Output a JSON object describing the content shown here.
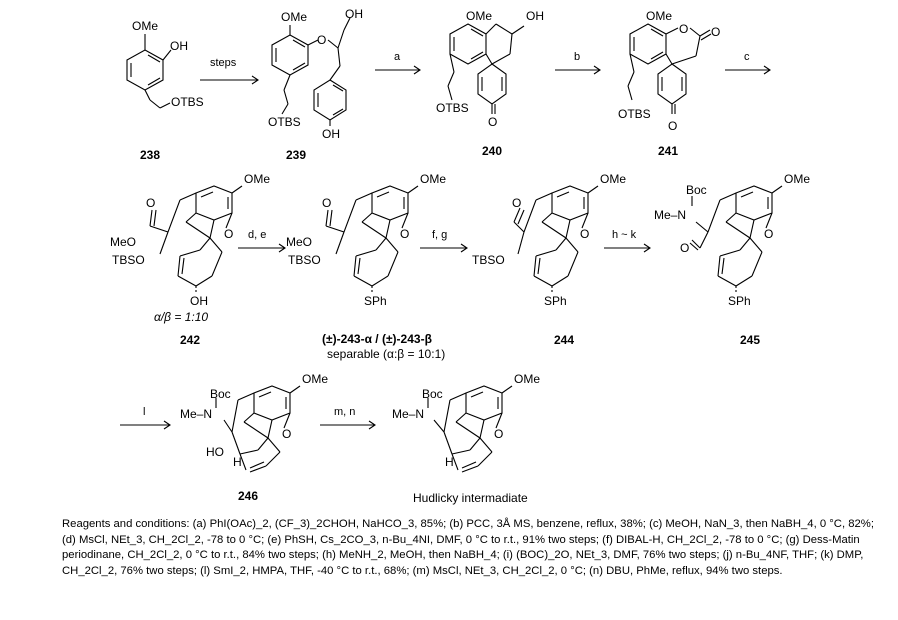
{
  "compounds": {
    "c238": {
      "id": "238",
      "substituents": {
        "ome": "OMe",
        "oh": "OH",
        "otbs": "OTBS"
      }
    },
    "c239": {
      "id": "239",
      "substituents": {
        "ome": "OMe",
        "o": "O",
        "oh_top": "OH",
        "otbs": "OTBS",
        "oh_bottom": "OH"
      }
    },
    "c240": {
      "id": "240",
      "substituents": {
        "ome": "OMe",
        "oh": "OH",
        "otbs": "OTBS",
        "o": "O"
      }
    },
    "c241": {
      "id": "241",
      "substituents": {
        "ome": "OMe",
        "o1": "O",
        "o2": "O",
        "otbs": "OTBS",
        "o3": "O"
      }
    },
    "c242": {
      "id": "242",
      "substituents": {
        "ome": "OMe",
        "o_keto": "O",
        "meo": "MeO",
        "tbso": "TBSO",
        "o_ring": "O",
        "oh": "OH"
      },
      "ratio_note": "α/β = 1:10"
    },
    "c243": {
      "id_line": "(±)-243-α / (±)-243-β",
      "note": "separable (α:β = 10:1)",
      "substituents": {
        "ome": "OMe",
        "o_keto": "O",
        "meo": "MeO",
        "tbso": "TBSO",
        "o_ring": "O",
        "sph": "SPh"
      }
    },
    "c244": {
      "id": "244",
      "substituents": {
        "ome": "OMe",
        "o_ald": "O",
        "tbso": "TBSO",
        "o_ring": "O",
        "sph": "SPh"
      }
    },
    "c245": {
      "id": "245",
      "substituents": {
        "boc": "Boc",
        "men": "Me–N",
        "ome": "OMe",
        "o_ald": "O",
        "o_ring": "O",
        "sph": "SPh"
      }
    },
    "c246": {
      "id": "246",
      "substituents": {
        "boc": "Boc",
        "men": "Me–N",
        "ome": "OMe",
        "ho": "HO",
        "h": "H",
        "o_ring": "O"
      }
    },
    "hudlicky": {
      "id": "Hudlicky intermadiate",
      "substituents": {
        "boc": "Boc",
        "men": "Me–N",
        "ome": "OMe",
        "h": "H",
        "o_ring": "O"
      }
    }
  },
  "arrows": {
    "steps": "steps",
    "a": "a",
    "b": "b",
    "c": "c",
    "de": "d, e",
    "fg": "f, g",
    "hk": "h ~ k",
    "l": "l",
    "mn": "m, n"
  },
  "conditions": {
    "title": "Reagents and conditions:",
    "text": " (a) PhI(OAc)_2, (CF_3)_2CHOH, NaHCO_3, 85%; (b) PCC, 3Å MS, benzene, reflux, 38%; (c) MeOH, NaN_3, then NaBH_4, 0 °C, 82%; (d) MsCl, NEt_3, CH_2Cl_2, -78 to 0 °C; (e) PhSH, Cs_2CO_3, n-Bu_4NI, DMF, 0 °C to r.t., 91% two steps; (f) DIBAL-H, CH_2Cl_2, -78 to 0 °C; (g) Dess-Matin periodinane, CH_2Cl_2, 0 °C to r.t., 84% two steps; (h) MeNH_2, MeOH, then NaBH_4; (i) (BOC)_2O, NEt_3, DMF, 76% two steps; (j) n-Bu_4NF, THF; (k) DMP, CH_2Cl_2, 76% two steps; (l) SmI_2, HMPA, THF, -40 °C to r.t., 68%; (m) MsCl, NEt_3, CH_2Cl_2, 0 °C; (n) DBU, PhMe, reflux, 94% two steps."
  }
}
